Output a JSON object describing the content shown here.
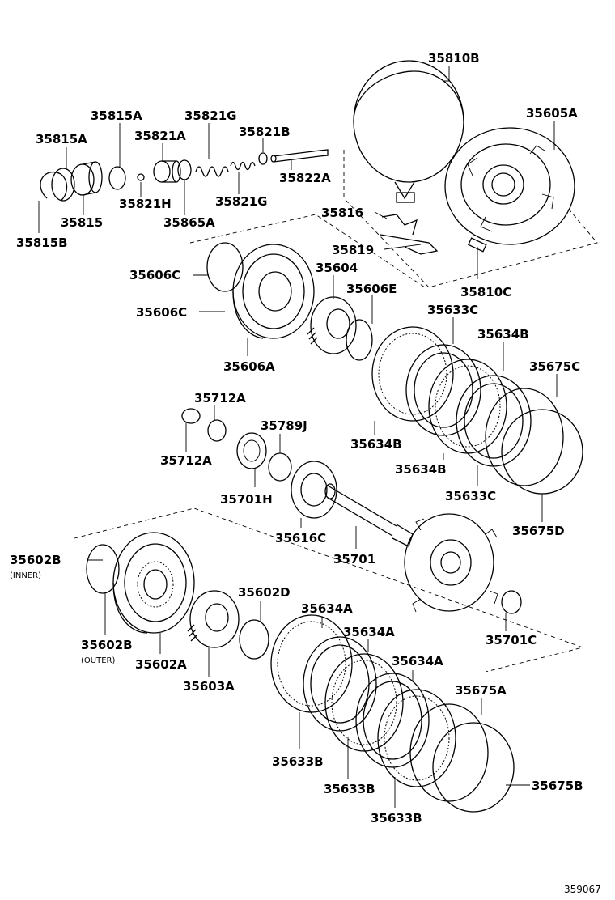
{
  "labels": {
    "p35810B": "35810B",
    "p35605A": "35605A",
    "p35815A": "35815A",
    "p35821G_top": "35821G",
    "p35815A_left": "35815A",
    "p35821A": "35821A",
    "p35821B": "35821B",
    "p35822A": "35822A",
    "p35821H": "35821H",
    "p35821G_bot": "35821G",
    "p35815": "35815",
    "p35865A": "35865A",
    "p35815B": "35815B",
    "p35816": "35816",
    "p35819": "35819",
    "p35606C_1": "35606C",
    "p35604": "35604",
    "p35810C": "35810C",
    "p35606E": "35606E",
    "p35606C_2": "35606C",
    "p35633C_1": "35633C",
    "p35634B_1": "35634B",
    "p35606A": "35606A",
    "p35675C": "35675C",
    "p35712A_1": "35712A",
    "p35789J": "35789J",
    "p35634B_2": "35634B",
    "p35712A_2": "35712A",
    "p35634B_3": "35634B",
    "p35701H": "35701H",
    "p35633C_2": "35633C",
    "p35616C": "35616C",
    "p35675D": "35675D",
    "p35701": "35701",
    "p35602B_inner": "35602B",
    "inner_note": "(INNER)",
    "p35602D": "35602D",
    "p35634A_1": "35634A",
    "p35634A_2": "35634A",
    "p35701C": "35701C",
    "p35602B_outer": "35602B",
    "outer_note": "(OUTER)",
    "p35602A": "35602A",
    "p35634A_3": "35634A",
    "p35603A": "35603A",
    "p35675A": "35675A",
    "p35633B_1": "35633B",
    "p35633B_2": "35633B",
    "p35675B": "35675B",
    "p35633B_3": "35633B"
  },
  "diagram_id": "359067"
}
